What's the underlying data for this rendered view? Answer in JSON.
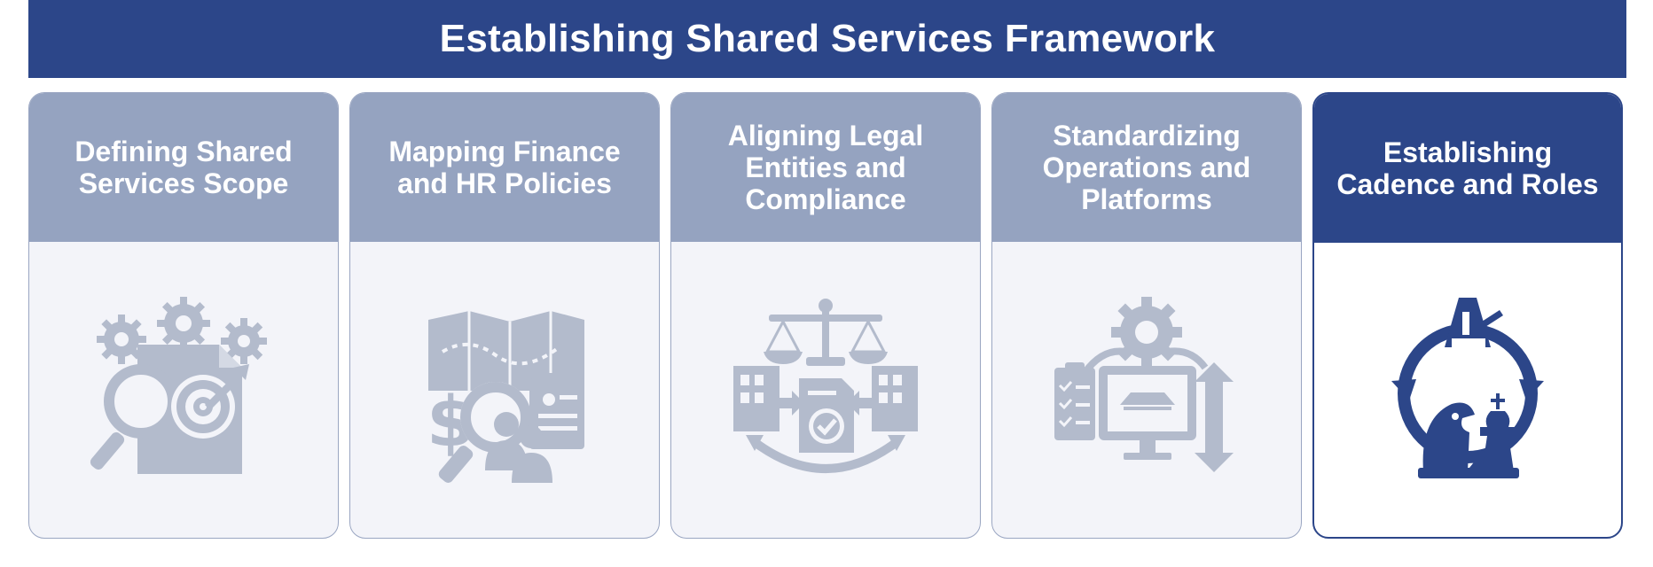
{
  "title": "Establishing Shared Services Framework",
  "colors": {
    "title_bg": "#2c4689",
    "header_inactive": "#95a3c0",
    "icon_inactive": "#b3bbcc",
    "active": "#2c4689"
  },
  "cards": [
    {
      "title": "Defining Shared\nServices Scope",
      "icon": "gears-target-magnifier-icon",
      "active": false
    },
    {
      "title": "Mapping Finance\nand HR Policies",
      "icon": "map-dollar-people-icon",
      "active": false
    },
    {
      "title": "Aligning Legal\nEntities and\nCompliance",
      "icon": "scales-buildings-document-icon",
      "active": false
    },
    {
      "title": "Standardizing\nOperations and\nPlatforms",
      "icon": "gear-monitor-checklist-icon",
      "active": false
    },
    {
      "title": "Establishing\nCadence and Roles",
      "icon": "metronome-chess-cycle-icon",
      "active": true
    }
  ]
}
